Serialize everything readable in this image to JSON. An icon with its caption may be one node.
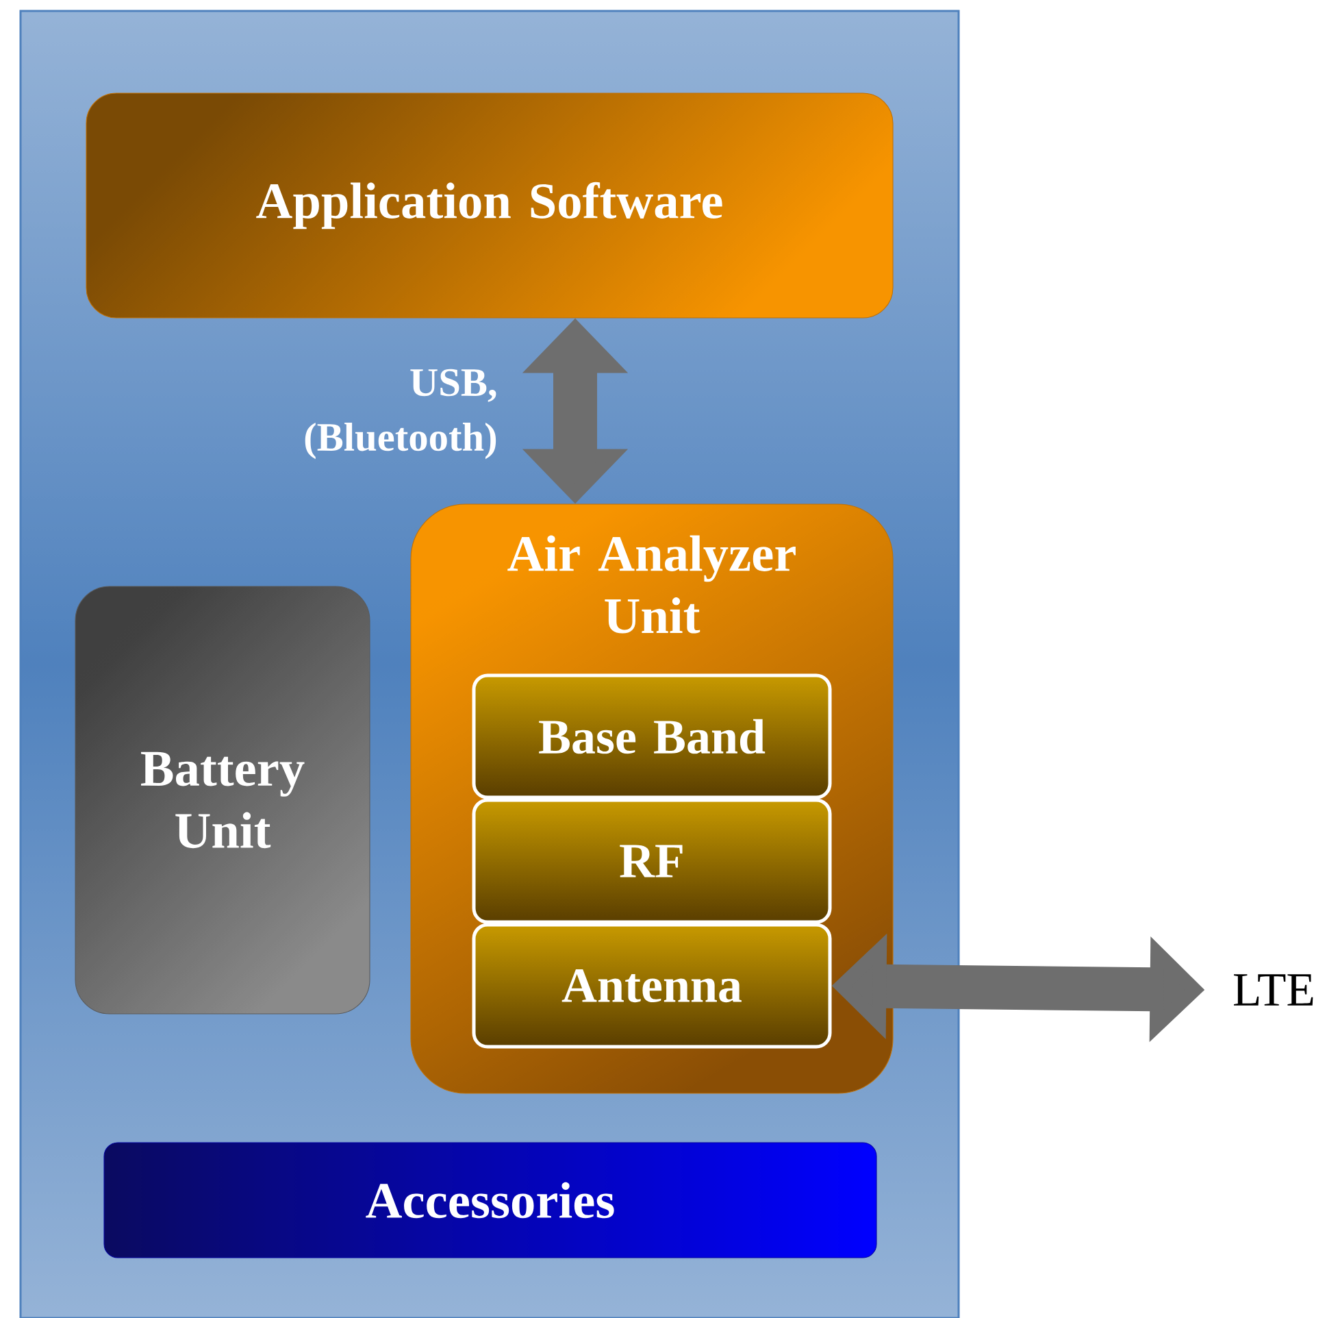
{
  "diagram": {
    "nodes": [
      {
        "text": [],
        "shape": "box"
      },
      {
        "text": [
          "Application Software"
        ],
        "in": 0
      },
      {
        "text": [
          "Battery Unit"
        ],
        "in": 0
      },
      {
        "text": [
          "Air Analyzer Unit"
        ],
        "in": 0
      },
      {
        "text": [
          "Base Band"
        ],
        "in": 3
      },
      {
        "text": [
          "RF"
        ],
        "in": 3
      },
      {
        "text": [
          "Antenna"
        ],
        "in": 3
      },
      {
        "text": [
          "Accessories"
        ],
        "in": 0
      },
      {
        "text": [
          "LTE"
        ]
      }
    ],
    "edges": [
      {
        "from": 1,
        "to": 3,
        "arrow": "both",
        "label": "USB, (Bluetooth)"
      },
      {
        "from": 6,
        "to": 8,
        "arrow": "both"
      }
    ]
  }
}
